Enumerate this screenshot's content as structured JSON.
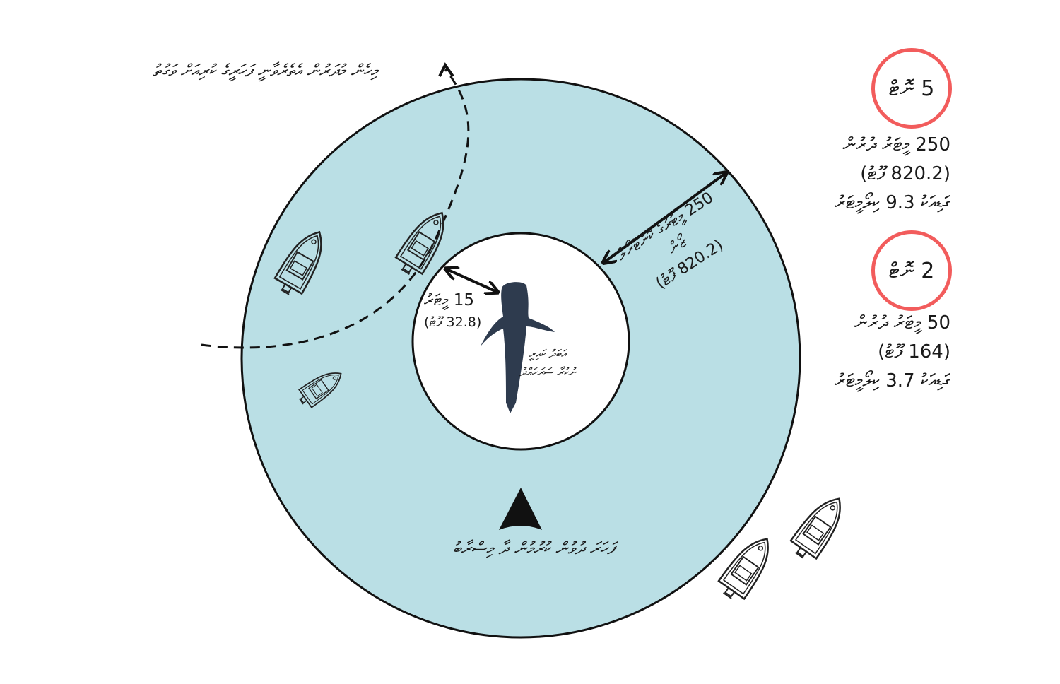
{
  "colors": {
    "zone": "#badfe5",
    "badge": "#f25c5c",
    "line": "#111111",
    "shark": "#2e3b4e"
  },
  "path_note": "މިހެން މުދަރުން އެތެރެވާނީ ފަހަރީގެ ކުރިއަށް ވަގުތު",
  "inner": {
    "distance": "15 މީޓަރު",
    "feet": "(32.8 ފޫޓު)",
    "shark_label_1": "އަބަދު ކައިރީ",
    "shark_label_2": "ނުކުރާ ސަރަހައްދު"
  },
  "outer": {
    "distance": "250 މީޓަރުގެ ކޮންޓްރޯލް",
    "zone": "ޒޯން",
    "feet": "(820.2 ފޫޓު)"
  },
  "direction_label": "ފަހަރަ ދުވުން ކުރުމުން ދާ މިސްރާބު",
  "speed_limits": [
    {
      "badge": "5 ނޮޓް",
      "distance": "250 މީޓަރު ދުރުން",
      "feet": "(820.2 ފޫޓު)",
      "kmh": "ގަޑިއަކު 9.3 ކިލޯމީޓަރު"
    },
    {
      "badge": "2 ނޮޓް",
      "distance": "50 މީޓަރު ދުރުން",
      "feet": "(164 ފޫޓު)",
      "kmh": "ގަޑިއަކު 3.7 ކިލޯމީޓަރު"
    }
  ]
}
